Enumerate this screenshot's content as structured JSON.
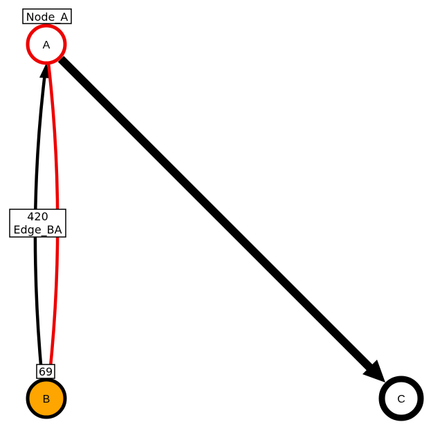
{
  "nodes": [
    {
      "id": "A",
      "label": "A",
      "tag": "Node_A",
      "fill": "#ffffff",
      "stroke": "#ee0000"
    },
    {
      "id": "B",
      "label": "B",
      "fill": "#ffa500",
      "stroke": "#000000"
    },
    {
      "id": "C",
      "label": "C",
      "fill": "#ffffff",
      "stroke": "#000000"
    }
  ],
  "edges": [
    {
      "id": "edge-b-to-a",
      "from": "B",
      "to": "A",
      "color": "#000000",
      "weight": "420",
      "label": "Edge_BA",
      "directed": true
    },
    {
      "id": "edge-a-to-b",
      "from": "A",
      "to": "B",
      "color": "#ee0000",
      "weight": "69",
      "directed": false
    },
    {
      "id": "edge-a-to-c",
      "from": "A",
      "to": "C",
      "color": "#000000",
      "directed": true
    }
  ]
}
